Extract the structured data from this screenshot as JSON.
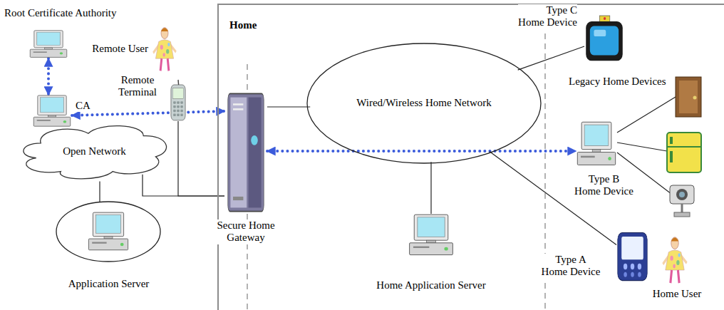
{
  "diagram": {
    "nodes": [
      {
        "text": [
          "Home"
        ]
      },
      {
        "text": [
          "Root Certificate Authority"
        ]
      },
      {
        "text": [
          "CA"
        ]
      },
      {
        "text": [
          "Open Network"
        ]
      },
      {
        "text": [
          "Remote User"
        ]
      },
      {
        "text": [
          "Remote Terminal"
        ]
      },
      {
        "text": [
          "Application Server"
        ]
      },
      {
        "text": [
          "Secure Home Gateway"
        ],
        "in": 0
      },
      {
        "text": [
          "Wired/Wireless Home Network"
        ],
        "in": 0
      },
      {
        "text": [
          "Home Application Server"
        ],
        "in": 0
      },
      {
        "text": [
          "Type C Home Device"
        ],
        "in": 0
      },
      {
        "text": [
          "Type B Home Device"
        ],
        "in": 0
      },
      {
        "text": [
          "Type A Home Device"
        ],
        "in": 0
      },
      {
        "text": [
          "Home User"
        ],
        "in": 0
      }
    ],
    "edges": [
      {
        "from": 1,
        "to": 2,
        "arrow": "both"
      },
      {
        "from": 2,
        "to": 7,
        "arrow": "both"
      },
      {
        "from": 7,
        "to": 11,
        "arrow": "both"
      },
      {
        "from": 3,
        "to": 7,
        "arrow": "none"
      },
      {
        "from": 5,
        "to": 7,
        "arrow": "none"
      },
      {
        "from": 6,
        "to": 3,
        "arrow": "none"
      },
      {
        "from": 7,
        "to": 8,
        "arrow": "none"
      },
      {
        "from": 8,
        "to": 9,
        "arrow": "none"
      },
      {
        "from": 8,
        "to": 10,
        "arrow": "none"
      },
      {
        "from": 8,
        "to": 12,
        "arrow": "none"
      }
    ],
    "labels": [
      "Legacy Home Devices"
    ]
  }
}
